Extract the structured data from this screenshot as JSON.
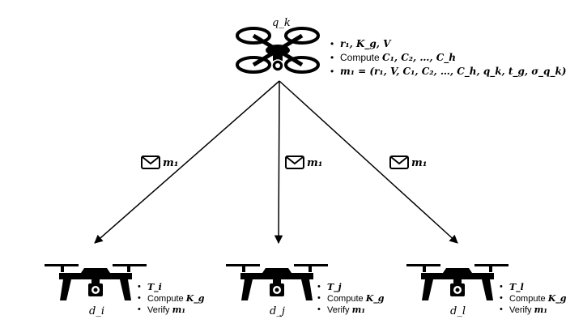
{
  "leader": {
    "label": "q_k",
    "bullets": [
      {
        "math": "r₁, K_g, V"
      },
      {
        "text": "Compute ",
        "math": "C₁, C₂, …, C_h"
      },
      {
        "math": "m₁ = (r₁, V, C₁, C₂, …, C_h, q_k, t_g, σ_q_k)"
      }
    ]
  },
  "messages": [
    {
      "label": "m₁"
    },
    {
      "label": "m₁"
    },
    {
      "label": "m₁"
    }
  ],
  "drones": [
    {
      "label": "d_i",
      "bullets": [
        {
          "math": "T_i"
        },
        {
          "text": "Compute ",
          "math": "K_g"
        },
        {
          "text": "Verify ",
          "math": "m₁"
        }
      ]
    },
    {
      "label": "d_j",
      "bullets": [
        {
          "math": "T_j"
        },
        {
          "text": "Compute ",
          "math": "K_g"
        },
        {
          "text": "Verify ",
          "math": "m₁"
        }
      ]
    },
    {
      "label": "d_l",
      "bullets": [
        {
          "math": "T_l"
        },
        {
          "text": "Compute ",
          "math": "K_g"
        },
        {
          "text": "Verify ",
          "math": "m₁"
        }
      ]
    }
  ],
  "icons": {
    "leader": "quadcopter-drone-icon",
    "drone": "camera-drone-icon",
    "message": "envelope-icon"
  },
  "colors": {
    "ink": "#000000",
    "background": "#ffffff"
  }
}
